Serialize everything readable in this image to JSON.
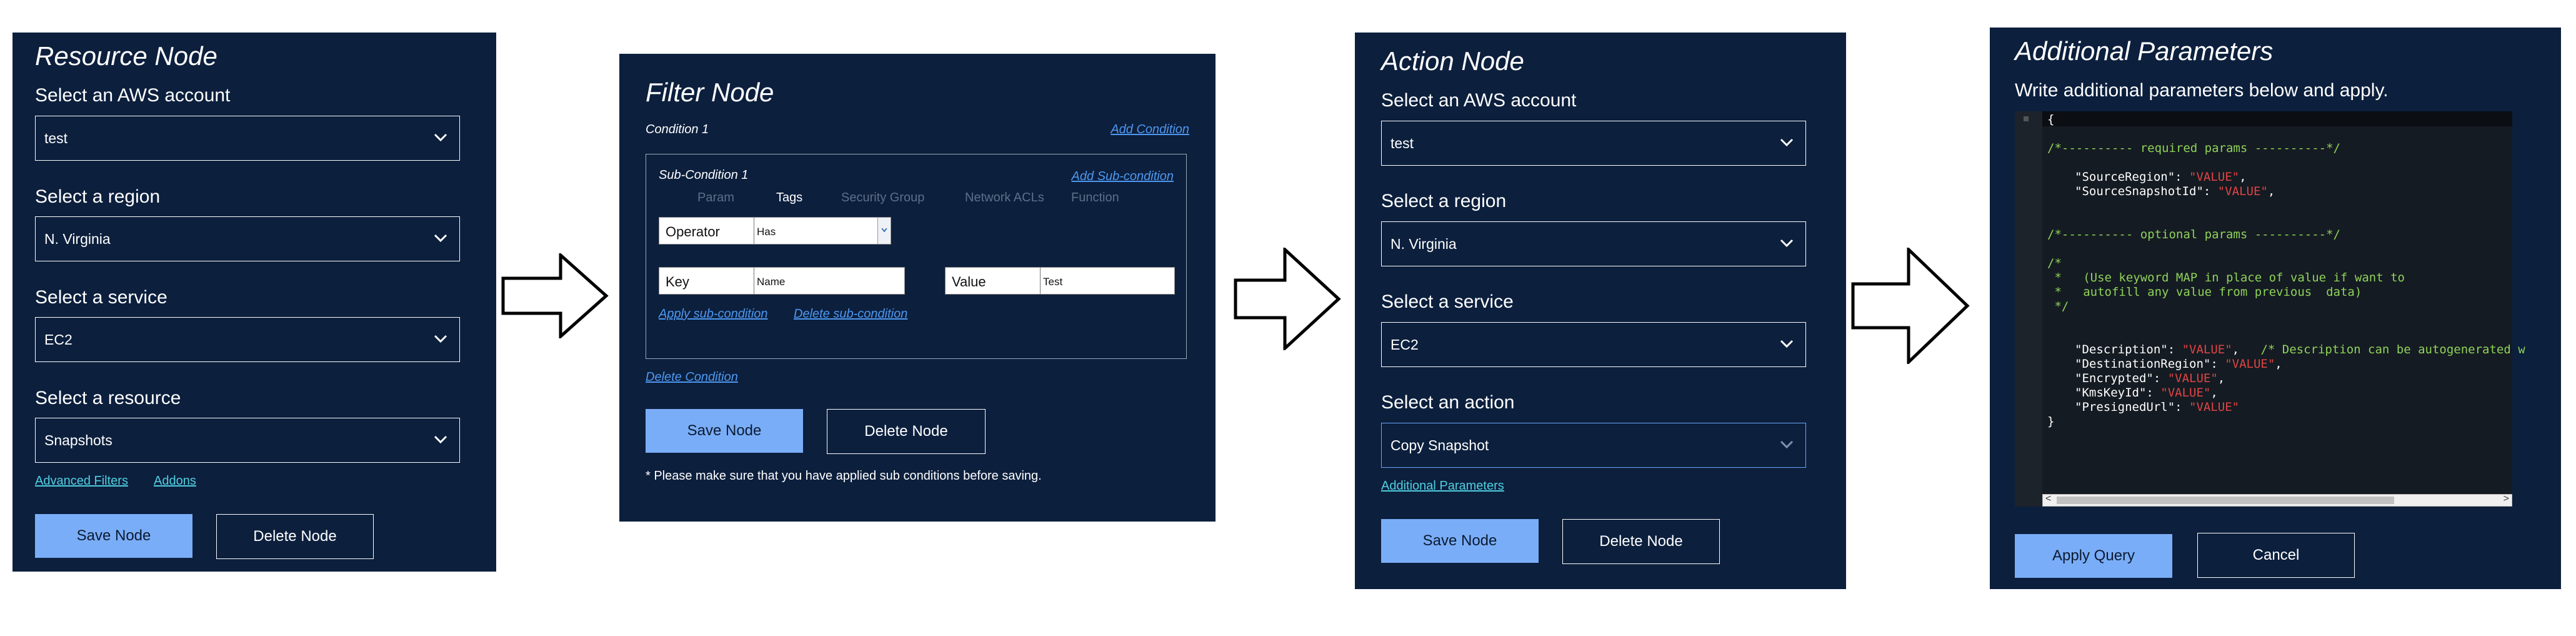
{
  "resource_node": {
    "title": "Resource Node",
    "account_label": "Select an AWS account",
    "account_value": "test",
    "region_label": "Select a region",
    "region_value": "N. Virginia",
    "service_label": "Select a service",
    "service_value": "EC2",
    "resource_label": "Select a resource",
    "resource_value": "Snapshots",
    "advanced_filters": "Advanced Filters",
    "addons": "Addons",
    "save": "Save Node",
    "delete": "Delete Node"
  },
  "filter_node": {
    "title": "Filter Node",
    "condition_label": "Condition 1",
    "add_condition": "Add Condition",
    "subcondition_label": "Sub-Condition 1",
    "add_subcondition": "Add Sub-condition",
    "tabs": [
      "Param",
      "Tags",
      "Security Group",
      "Network ACLs",
      "Function"
    ],
    "active_tab": "Tags",
    "operator_label": "Operator",
    "operator_value": "Has",
    "key_label": "Key",
    "key_value": "Name",
    "value_label": "Value",
    "value_value": "Test",
    "apply_subcondition": "Apply sub-condition",
    "delete_subcondition": "Delete sub-condition",
    "delete_condition": "Delete Condition",
    "save": "Save Node",
    "delete": "Delete Node",
    "note": "* Please make sure that you have applied sub conditions before saving."
  },
  "action_node": {
    "title": "Action Node",
    "account_label": "Select an AWS account",
    "account_value": "test",
    "region_label": "Select a region",
    "region_value": "N. Virginia",
    "service_label": "Select a service",
    "service_value": "EC2",
    "action_label": "Select an action",
    "action_value": "Copy Snapshot",
    "additional_params": "Additional Parameters",
    "save": "Save Node",
    "delete": "Delete Node"
  },
  "additional_parameters": {
    "title": "Additional Parameters",
    "subtitle": "Write additional parameters below and apply.",
    "code": {
      "open": "{",
      "req_comment": "/*---------- required params ----------*/",
      "l1_key": "\"SourceRegion\": ",
      "l1_val": "\"VALUE\"",
      "l1_end": ",",
      "l2_key": "\"SourceSnapshotId\": ",
      "l2_val": "\"VALUE\"",
      "l2_end": ",",
      "opt_comment": "/*---------- optional params ----------*/",
      "c1": "/*",
      "c2": " *   (Use keyword MAP in place of value if want to",
      "c3": " *   autofill any value from previous  data)",
      "c4": " */",
      "o1_key": "\"Description\": ",
      "o1_val": "\"VALUE\"",
      "o1_end": ",   ",
      "o1_comment": "/* Description can be autogenerated w",
      "o2_key": "\"DestinationRegion\": ",
      "o2_val": "\"VALUE\"",
      "o2_end": ",",
      "o3_key": "\"Encrypted\": ",
      "o3_val": "\"VALUE\"",
      "o3_end": ",",
      "o4_key": "\"KmsKeyId\": ",
      "o4_val": "\"VALUE\"",
      "o4_end": ",",
      "o5_key": "\"PresignedUrl\": ",
      "o5_val": "\"VALUE\"",
      "close": "}"
    },
    "scroll_left": "<",
    "scroll_right": ">",
    "apply": "Apply Query",
    "cancel": "Cancel"
  },
  "colors": {
    "panel_bg": "#0c1f3d",
    "primary_button": "#7aadf7",
    "link_cyan": "#50cfe0",
    "link_blue": "#4e98f0",
    "code_green": "#8fd35a",
    "code_red": "#e04545"
  }
}
